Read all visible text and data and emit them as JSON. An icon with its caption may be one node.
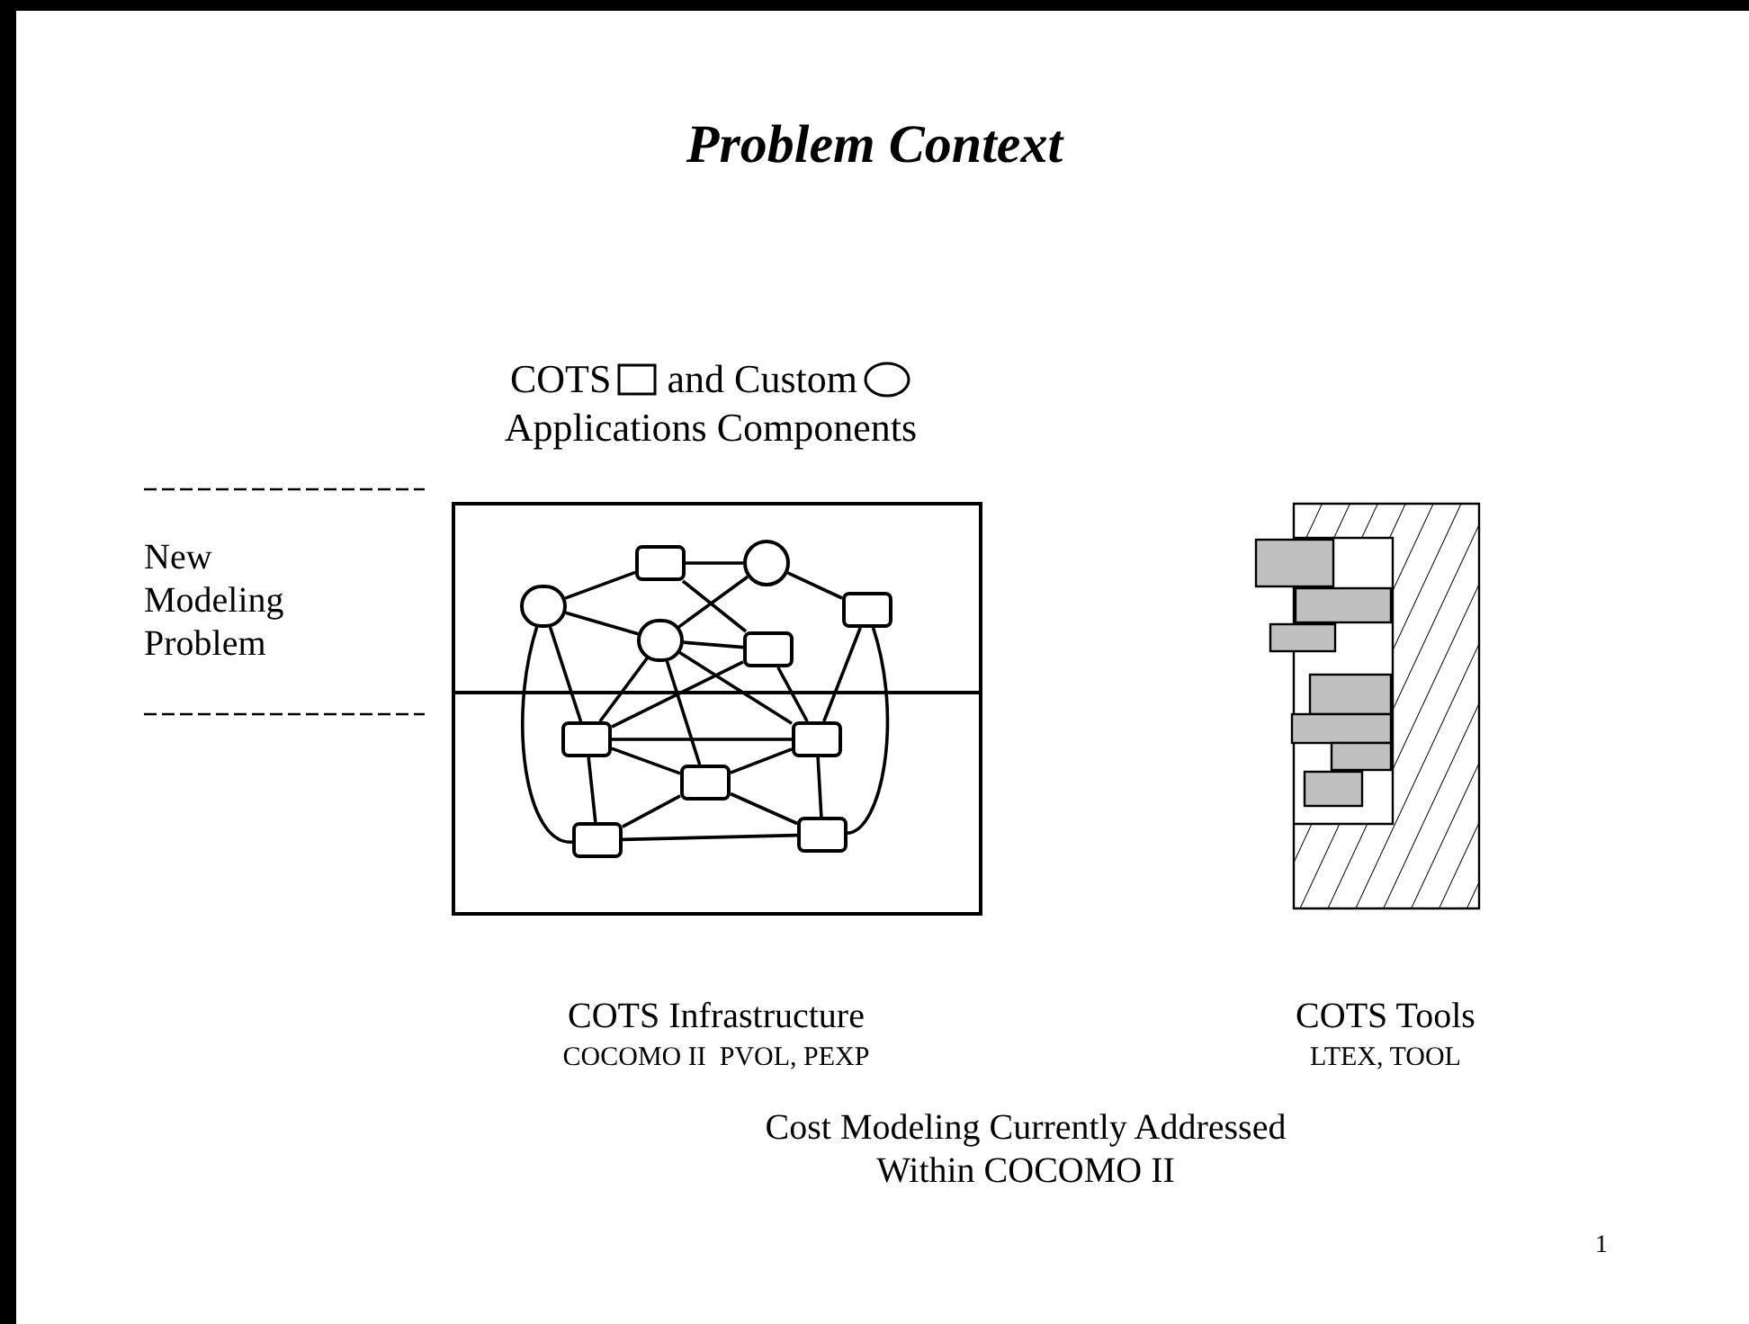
{
  "diagram": {
    "title": "Problem Context",
    "nodes": [
      {
        "text": [],
        "shape": "box",
        "beside": [
          "COTS Infrastructure",
          "COCOMO II  PVOL, PEXP"
        ]
      },
      {
        "text": [],
        "shape": "box",
        "in": 0
      },
      {
        "text": [],
        "shape": "circle",
        "in": 0
      },
      {
        "text": [],
        "shape": "circle",
        "in": 0
      },
      {
        "text": [],
        "shape": "box",
        "in": 0
      },
      {
        "text": [],
        "shape": "circle",
        "in": 0
      },
      {
        "text": [],
        "shape": "box",
        "in": 0
      },
      {
        "text": [],
        "shape": "box",
        "in": 0
      },
      {
        "text": [],
        "shape": "box",
        "in": 0
      },
      {
        "text": [],
        "shape": "box",
        "in": 0
      },
      {
        "text": [],
        "shape": "box",
        "in": 0
      },
      {
        "text": [],
        "shape": "box",
        "in": 0
      }
    ],
    "edges": [
      {
        "from": 1,
        "to": 2,
        "arrow": "none"
      },
      {
        "from": 3,
        "to": 1,
        "arrow": "none"
      },
      {
        "from": 1,
        "to": 6,
        "arrow": "none"
      },
      {
        "from": 2,
        "to": 5,
        "arrow": "none"
      },
      {
        "from": 2,
        "to": 4,
        "arrow": "none"
      },
      {
        "from": 3,
        "to": 5,
        "arrow": "none"
      },
      {
        "from": 3,
        "to": 7,
        "arrow": "none"
      },
      {
        "from": 5,
        "to": 6,
        "arrow": "none"
      },
      {
        "from": 5,
        "to": 7,
        "arrow": "none"
      },
      {
        "from": 5,
        "to": 9,
        "arrow": "none"
      },
      {
        "from": 5,
        "to": 8,
        "arrow": "none"
      },
      {
        "from": 6,
        "to": 7,
        "arrow": "none"
      },
      {
        "from": 6,
        "to": 8,
        "arrow": "none"
      },
      {
        "from": 4,
        "to": 8,
        "arrow": "none"
      },
      {
        "from": 7,
        "to": 8,
        "arrow": "none"
      },
      {
        "from": 7,
        "to": 9,
        "arrow": "none"
      },
      {
        "from": 9,
        "to": 8,
        "arrow": "none"
      },
      {
        "from": 7,
        "to": 10,
        "arrow": "none"
      },
      {
        "from": 9,
        "to": 10,
        "arrow": "none"
      },
      {
        "from": 9,
        "to": 11,
        "arrow": "none"
      },
      {
        "from": 8,
        "to": 11,
        "arrow": "none"
      },
      {
        "from": 10,
        "to": 11,
        "arrow": "none"
      },
      {
        "from": 3,
        "to": 10,
        "arrow": "none"
      },
      {
        "from": 4,
        "to": 11,
        "arrow": "none"
      }
    ],
    "labels": [
      "COTS",
      "and Custom",
      "Applications Components",
      "New Modeling Problem",
      "COTS Tools",
      "LTEX, TOOL",
      "Cost Modeling Currently Addressed Within COCOMO II",
      "1"
    ]
  }
}
